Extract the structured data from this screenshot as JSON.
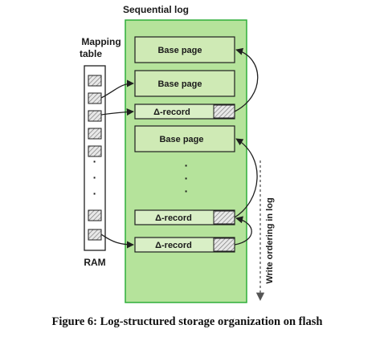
{
  "title": "Sequential log",
  "mapping_table_label_line1": "Mapping",
  "mapping_table_label_line2": "table",
  "ram_label": "RAM",
  "base_page_label": "Base page",
  "delta_record_label": "Δ-record",
  "write_order_label": "Write ordering in log",
  "caption": "Figure 6: Log-structured storage organization on flash",
  "ellipsis_dot": "·",
  "colors": {
    "log_fill": "#b5e39b",
    "log_border": "#2fae3a",
    "page_fill": "#cfeab5",
    "record_fill": "#d9efc6",
    "hatch": "#8a8a8a",
    "stroke": "#1f1f1f"
  }
}
